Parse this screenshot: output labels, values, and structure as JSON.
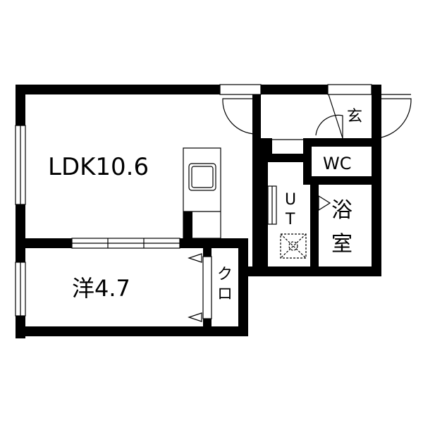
{
  "rooms": {
    "ldk": "LDK10.6",
    "western": "洋4.7",
    "closet": [
      "ク",
      "ロ"
    ],
    "entrance": "玄",
    "wc": "WC",
    "utility": [
      "U",
      "T"
    ],
    "bath": [
      "浴",
      "室"
    ]
  },
  "colors": {
    "wall": "#000000",
    "background": "#ffffff"
  }
}
